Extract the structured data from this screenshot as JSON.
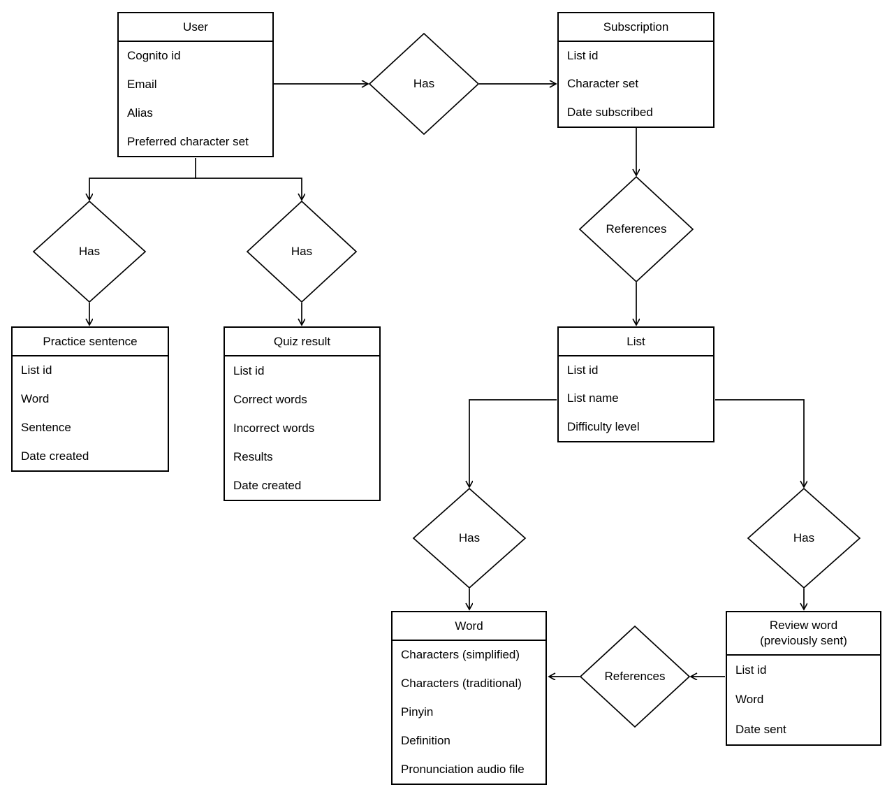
{
  "colors": {
    "background": "#ffffff",
    "line": "#000000",
    "text": "#000000"
  },
  "entities": [
    {
      "title": "User",
      "attributes": [
        "Cognito id",
        "Email",
        "Alias",
        "Preferred character set"
      ]
    },
    {
      "title": "Subscription",
      "attributes": [
        "List id",
        "Character set",
        "Date subscribed"
      ]
    },
    {
      "title": "Practice sentence",
      "attributes": [
        "List id",
        "Word",
        "Sentence",
        "Date created"
      ]
    },
    {
      "title": "Quiz result",
      "attributes": [
        "List id",
        "Correct words",
        "Incorrect words",
        "Results",
        "Date created"
      ]
    },
    {
      "title": "List",
      "attributes": [
        "List id",
        "List name",
        "Difficulty level"
      ]
    },
    {
      "title": "Word",
      "attributes": [
        "Characters (simplified)",
        "Characters (traditional)",
        "Pinyin",
        "Definition",
        "Pronunciation audio file"
      ]
    },
    {
      "title": "Review word (previously sent)",
      "title_lines": [
        "Review word",
        "(previously sent)"
      ],
      "attributes": [
        "List id",
        "Word",
        "Date sent"
      ]
    }
  ],
  "relationships": [
    {
      "label": "Has",
      "from": "User",
      "to": "Subscription"
    },
    {
      "label": "Has",
      "from": "User",
      "to": "Practice sentence"
    },
    {
      "label": "Has",
      "from": "User",
      "to": "Quiz result"
    },
    {
      "label": "References",
      "from": "Subscription",
      "to": "List"
    },
    {
      "label": "Has",
      "from": "List",
      "to": "Word"
    },
    {
      "label": "Has",
      "from": "List",
      "to": "Review word (previously sent)"
    },
    {
      "label": "References",
      "from": "Review word (previously sent)",
      "to": "Word"
    }
  ]
}
